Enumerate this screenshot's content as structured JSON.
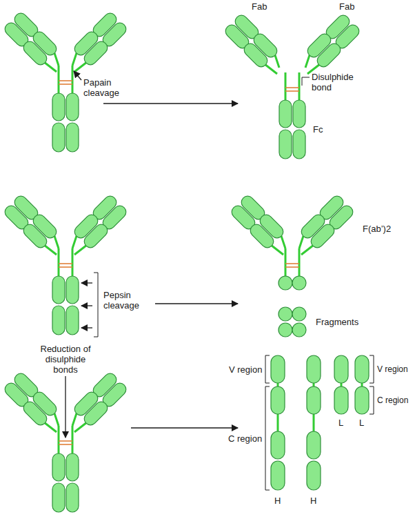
{
  "diagram": {
    "labels": [
      "Fab",
      "Fab",
      "Papain cleavage",
      "Disulphide bond",
      "Fc",
      "Pepsin cleavage",
      "F(ab’)2",
      "Fragments",
      "Reduction of disulphide bonds",
      "V region",
      "V region",
      "C region",
      "L",
      "L",
      "C region",
      "H",
      "H"
    ]
  }
}
